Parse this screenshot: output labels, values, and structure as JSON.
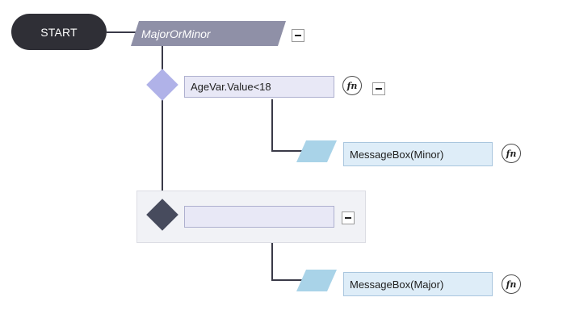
{
  "start": {
    "label": "START"
  },
  "event": {
    "label": "MajorOrMinor"
  },
  "if_branch": {
    "condition": "AgeVar.Value<18",
    "fn_label": "fn",
    "action": {
      "label": "MessageBox(Minor)",
      "fn_label": "fn"
    }
  },
  "else_branch": {
    "condition": "",
    "action": {
      "label": "MessageBox(Major)",
      "fn_label": "fn"
    }
  },
  "colors": {
    "start_fill": "#2f2f36",
    "event_fill": "#8f90a7",
    "if_diamond": "#b0b2e8",
    "else_diamond": "#474b5d",
    "condition_fill": "#e8e8f6",
    "action_shape": "#a9d3e8",
    "action_fill": "#deedf8",
    "line": "#3a3a48"
  }
}
